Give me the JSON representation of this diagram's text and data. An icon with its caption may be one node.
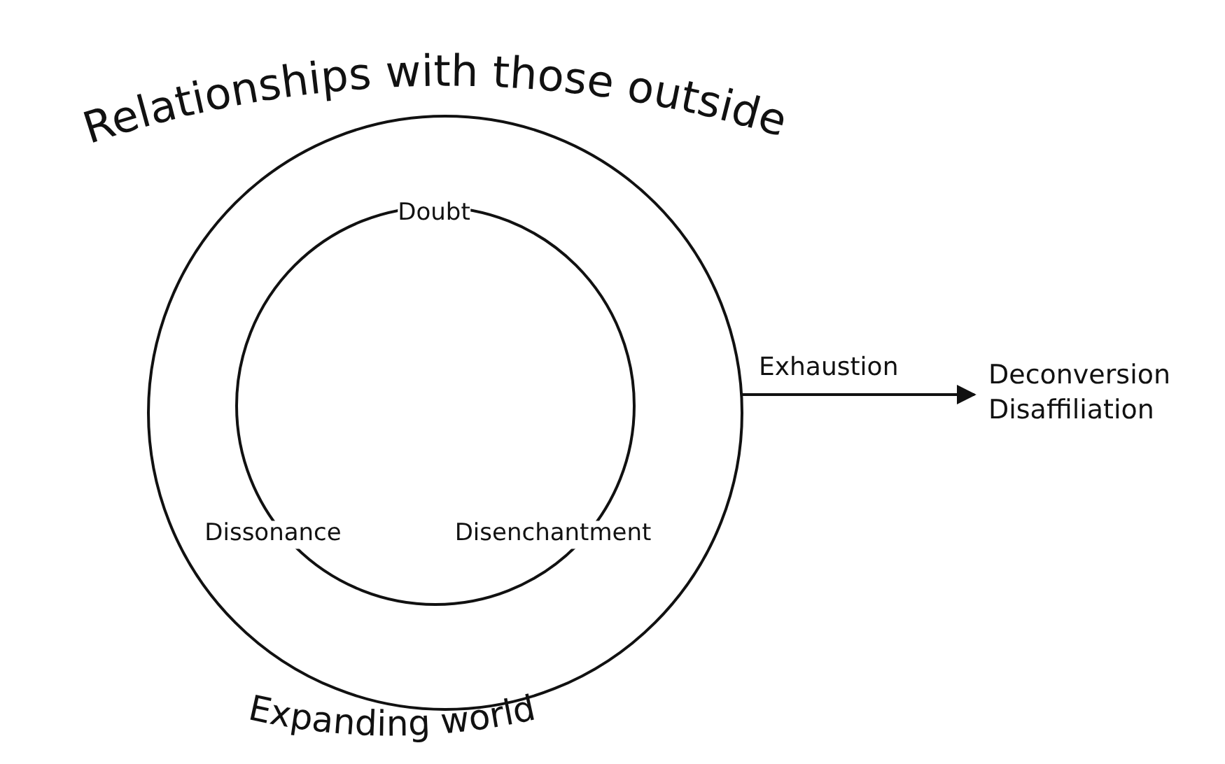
{
  "diagram": {
    "nodes": [
      {
        "text": [
          "Relationships with those outside",
          "Expanding world"
        ]
      },
      {
        "text": [
          "Doubt",
          "Dissonance",
          "Disenchantment"
        ],
        "in": 0
      },
      {
        "text": [
          "Deconversion",
          "Disaffiliation"
        ]
      }
    ],
    "edges": [
      {
        "from": 0,
        "to": 2,
        "arrow": "to",
        "label": "Exhaustion"
      }
    ]
  }
}
